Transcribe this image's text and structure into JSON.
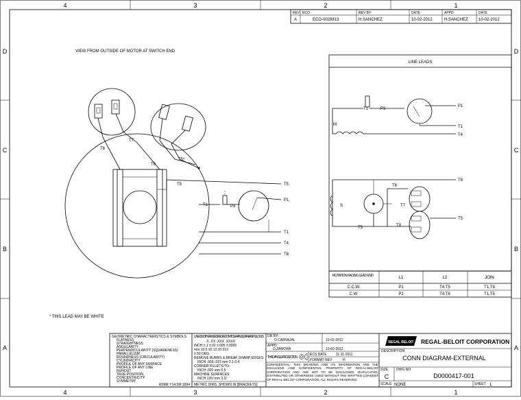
{
  "zones": {
    "columns": [
      "4",
      "3",
      "2",
      "1"
    ],
    "rows": [
      "D",
      "C",
      "B",
      "A"
    ]
  },
  "revision": {
    "headers": [
      "REV",
      "ECO",
      "REV BY",
      "DATE",
      "APPD",
      "DATE"
    ],
    "row": [
      "A",
      "ECO-0028813",
      "H.SANCHEZ",
      "10-02-2012",
      "H.SANCHEZ",
      "10-02-2012"
    ]
  },
  "view_label": "VIEW FROM OUTSIDE OF MOTOR AT SWITCH END",
  "footnote": "* THIS LEAD MAY BE WHITE",
  "motor_view": {
    "labels": [
      "T6",
      "T7",
      "T9",
      "T5*",
      "T5",
      "T1",
      "P3",
      "P1",
      "T5",
      "T1",
      "T4",
      "T8"
    ]
  },
  "line_leads": {
    "title": "LINE LEADS",
    "labels": [
      "T1",
      "P3",
      "M",
      "P1",
      "T1",
      "T4",
      "T6",
      "T8",
      "S",
      "T7",
      "T5",
      "T9",
      "T5"
    ]
  },
  "rotation_table": {
    "headers": [
      "ROTATION FACING LEAD END",
      "L1",
      "L2",
      "JOIN"
    ],
    "rows": [
      [
        "C.C.W.",
        "P1",
        "T4,T5",
        "T1,T8"
      ],
      [
        "C.W.",
        "P1",
        "T4,T8",
        "T1,T5"
      ]
    ]
  },
  "title_block": {
    "symbols_title": "GEOMETRIC CHARACTERISTICS & SYMBOLS",
    "symbols": [
      "FLATNESS",
      "STRAIGHTNESS",
      "ANGULARITY",
      "PERPENDICULARITY (SQUARENESS)",
      "PARALLELISM",
      "ROUNDNESS (CIRCULARITY)",
      "CYLINDRICITY",
      "PROFILE OF ANY SURFACE",
      "PROFILE OF ANY LINE",
      "RUNOUT",
      "TRUE POSITION",
      "CONCENTRICITY",
      "SYMMETRY"
    ],
    "standard": "ASME Y14.5M 1994",
    "tolerance_title": "UNLESS OTHERWISE SPECIFIED DIM. TOLERANCES ARE AS FOLLOWS:",
    "tolerance_lines": [
      ".X   .XX   .XXX   .XXXX",
      "INCH  ±.1  ±.02  ±.005  ±.0005",
      "mm   ±0.5  ±0.13  ±0.013",
      "±.50 DEG.",
      "REMOVE BURRS & BREAK SHARP EDGES:",
      "INCH .003-.015   mm  0.1-0.4",
      "CORNER FILLETS TO:",
      "INCH .020   mm  0.5",
      "MACHINE SURFACES:",
      "INCH 125/   mm 3.2/"
    ],
    "metric_note": "METRIC DIMS. SHOWN IN [BRACKETS]",
    "dr_by_label": "DR BY:",
    "dr_by": "O.CARVAJAL",
    "dr_date": "10-02-2012",
    "appd_label": "APPD:",
    "appd": "D.ZAMORA",
    "appd_date": "10-02-2012",
    "projection": "THIRD ANGLE PROJECTION",
    "ecs_label": "ECS DATE",
    "ecs_date": "11-11-2011",
    "format_rev": "FORMAT REV",
    "format_rev_val": "H",
    "confidential": "CONFIDENTIAL: THIS DRAWING AND ITS INFORMATION ARE THE EXCLUSIVE AND CONFIDENTIAL PROPERTY OF REGAL-BELOIT CORPORATION AND ARE NOT TO BE DISCLOSED, DUPLICATED, DISTRIBUTED OR OTHERWISE USED WITHOUT THE WRITTEN CONSENT OF REGAL-BELOIT CORPORATION. ALL RIGHTS RESERVED.",
    "company": "REGAL-BELOIT CORPORATION",
    "logo_text": "REGAL BELOIT",
    "description_label": "DESCRIPTION",
    "description": "CONN DIAGRAM-EXTERNAL",
    "size_label": "SIZE",
    "size": "C",
    "dwg_label": "DWG NO",
    "dwg_no": "D0000417-001",
    "scale_label": "SCALE",
    "scale": "NONE",
    "sheet_label": "SHEET",
    "sheet": "1"
  }
}
